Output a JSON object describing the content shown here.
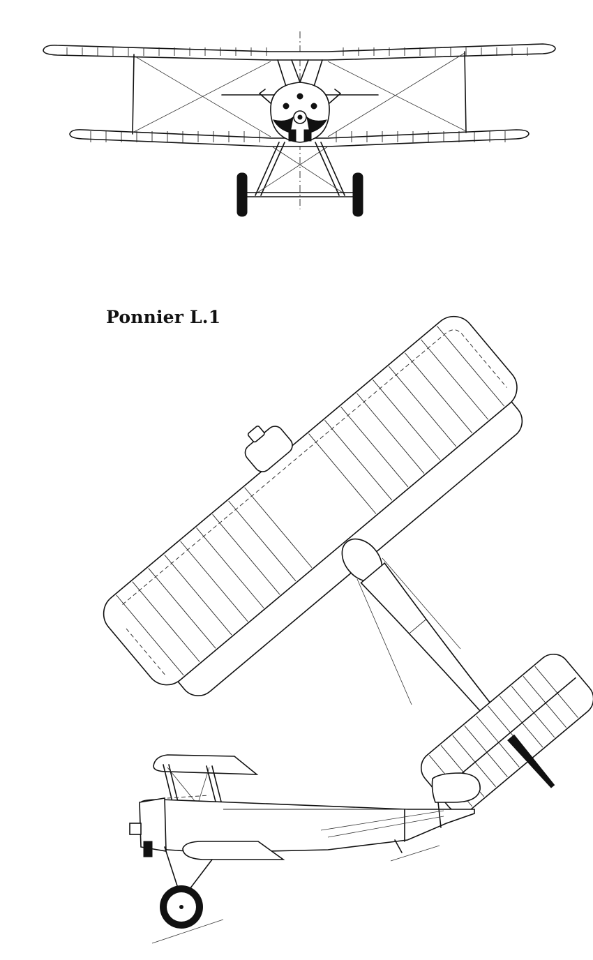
{
  "drawing": {
    "title": "Ponnier L.1",
    "views": [
      "front-view",
      "top-view",
      "side-view"
    ]
  }
}
